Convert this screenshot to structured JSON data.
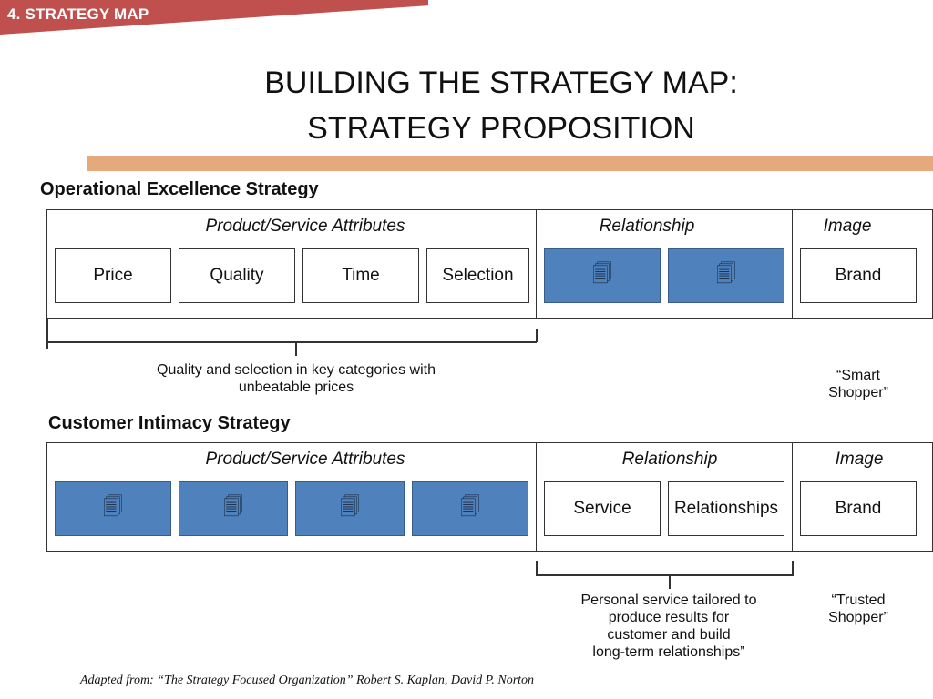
{
  "header": {
    "section_tag": "4. STRATEGY MAP",
    "title_line1": "BUILDING THE STRATEGY MAP:",
    "title_line2": "STRATEGY PROPOSITION"
  },
  "colors": {
    "banner": "#c0504d",
    "accent_bar": "#e6a97b",
    "filled_box": "#4f81bd"
  },
  "operational": {
    "heading": "Operational Excellence Strategy",
    "group_labels": {
      "attributes": "Product/Service Attributes",
      "relationship": "Relationship",
      "image": "Image"
    },
    "attributes": [
      "Price",
      "Quality",
      "Time",
      "Selection"
    ],
    "relationship_icon": "document-icon",
    "image_box": "Brand",
    "note": [
      "Quality and selection in key categories with",
      "unbeatable prices"
    ],
    "image_note": [
      "“Smart",
      "Shopper”"
    ]
  },
  "intimacy": {
    "heading": "Customer Intimacy Strategy",
    "group_labels": {
      "attributes": "Product/Service Attributes",
      "relationship": "Relationship",
      "image": "Image"
    },
    "attribute_icon": "document-icon",
    "relationship": [
      "Service",
      "Relationships"
    ],
    "image_box": "Brand",
    "note": [
      "Personal service tailored to",
      "produce results for",
      "customer and build",
      "long-term relationships”"
    ],
    "image_note": [
      "“Trusted",
      "Shopper”"
    ]
  },
  "footer": {
    "citation": "Adapted from: “The Strategy Focused Organization” Robert S. Kaplan, David P. Norton"
  },
  "icon_glyph": "🗐"
}
